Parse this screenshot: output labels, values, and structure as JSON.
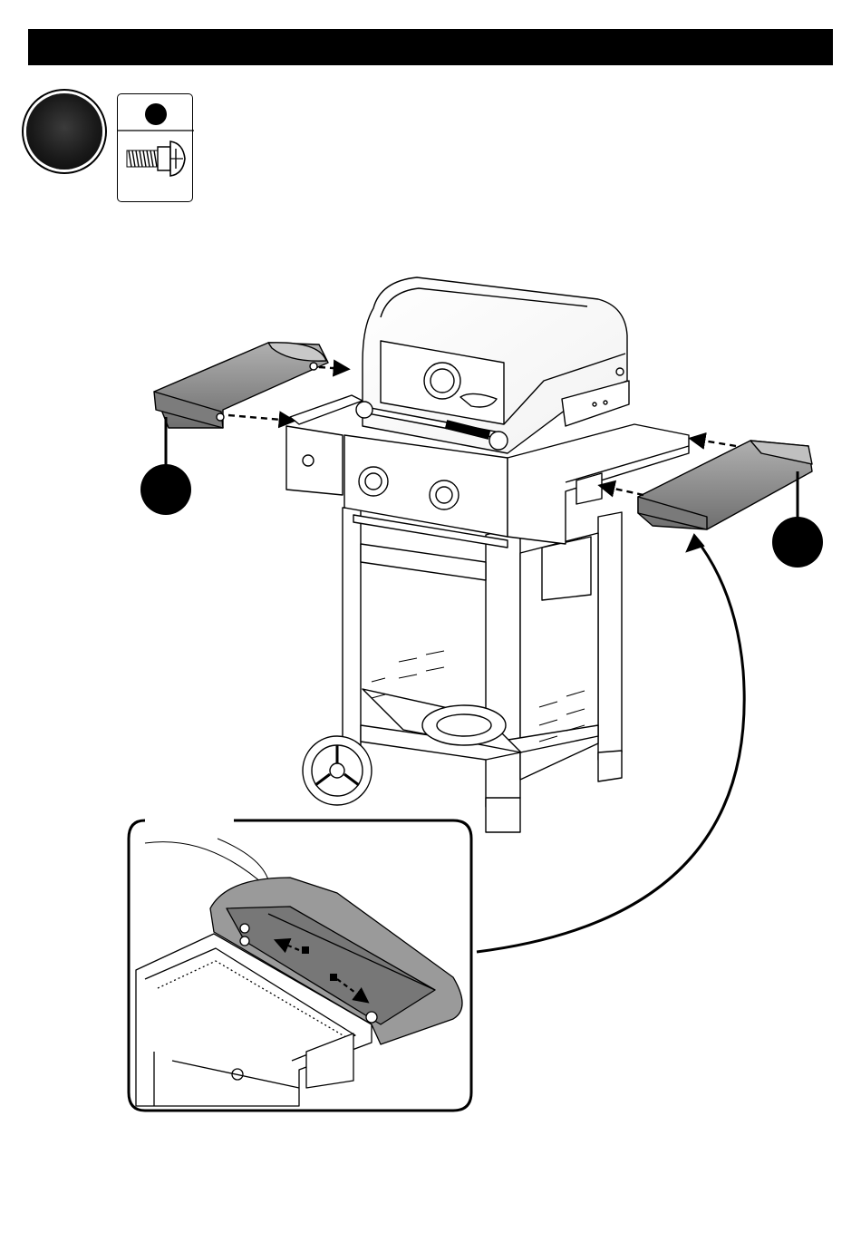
{
  "header": {
    "text": "",
    "background": "#000000"
  },
  "step": {
    "number": ""
  },
  "hardware": {
    "callout_label": "",
    "part": "bolt-icon"
  },
  "illustration": {
    "subject": "grill-assembly",
    "side_shelves": [
      "left-side-shelf",
      "right-side-shelf"
    ],
    "callouts": [
      "",
      "",
      "",
      ""
    ],
    "detail_view": true
  },
  "colors": {
    "ink": "#000000",
    "paper": "#ffffff",
    "shelf_fill": "#8a8a8a",
    "shelf_highlight": "#b8b8b8"
  }
}
